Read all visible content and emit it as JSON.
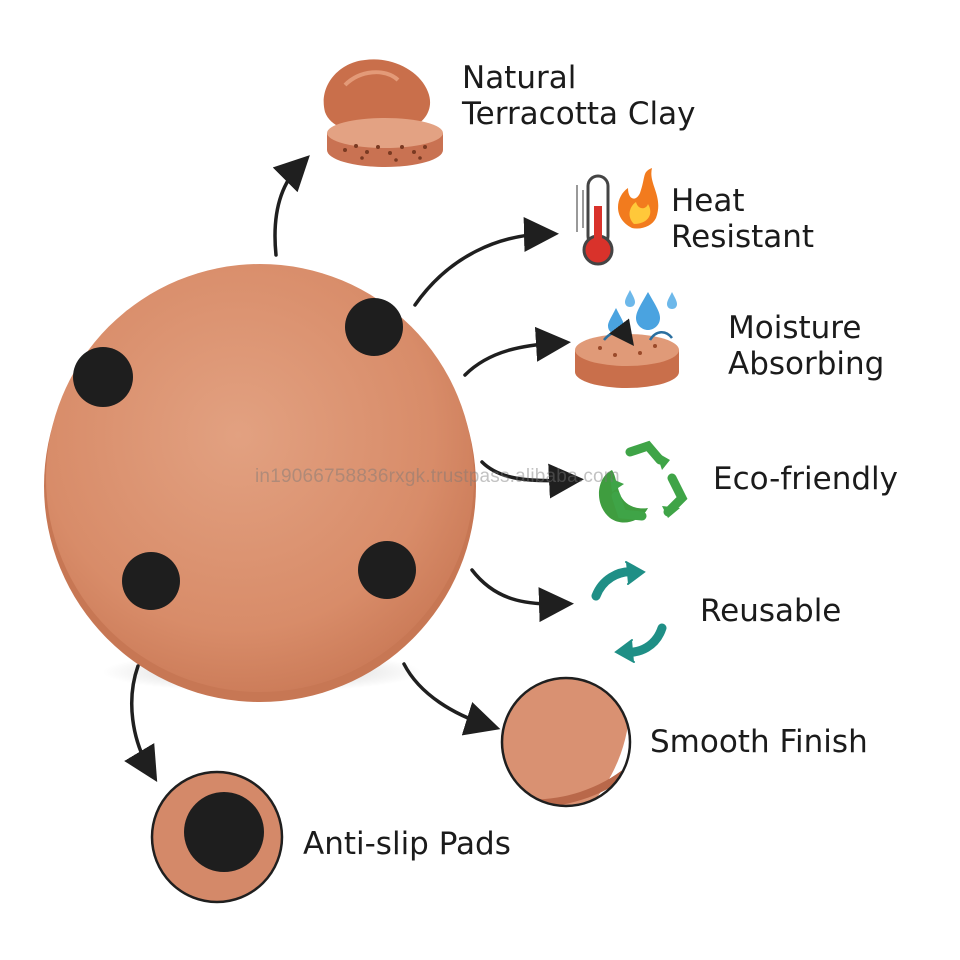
{
  "product": {
    "name": "terracotta-coaster",
    "colors": {
      "clay": "#d98e6c",
      "clay_dark": "#c9785a",
      "clay_light": "#e8a585",
      "pad": "#1e1e1e",
      "arrow": "#1f1f1f"
    }
  },
  "features": [
    {
      "label": "Natural\nTerracotta Clay",
      "icon": "clay-rock-and-disc-icon"
    },
    {
      "label": "Heat\nResistant",
      "icon": "thermometer-flame-icon"
    },
    {
      "label": "Moisture\nAbsorbing",
      "icon": "water-drops-disc-icon"
    },
    {
      "label": "Eco-friendly",
      "icon": "recycle-leaf-icon",
      "accent": "#3fa447"
    },
    {
      "label": "Reusable",
      "icon": "refresh-arrows-icon",
      "accent": "#1f8f86"
    },
    {
      "label": "Smooth Finish",
      "icon": "coaster-edge-closeup-icon"
    },
    {
      "label": "Anti-slip Pads",
      "icon": "pad-closeup-icon"
    }
  ],
  "watermark": "in19066758836rxgk.trustpass.alibaba.com"
}
